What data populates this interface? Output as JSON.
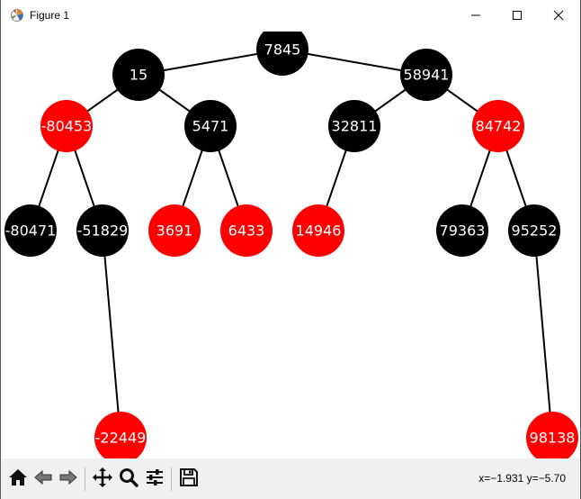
{
  "window": {
    "title": "Figure 1",
    "controls": {
      "minimize_icon": "minimize-icon",
      "maximize_icon": "maximize-icon",
      "close_icon": "close-icon"
    }
  },
  "tree": {
    "colors": {
      "red": "#ff0000",
      "black": "#000000",
      "text": "#ffffff",
      "edge": "#000000"
    },
    "nodes": [
      {
        "id": "n7845",
        "label": "7845",
        "color": "black"
      },
      {
        "id": "n15",
        "label": "15",
        "color": "black"
      },
      {
        "id": "n58941",
        "label": "58941",
        "color": "black"
      },
      {
        "id": "n-80453",
        "label": "-80453",
        "color": "red"
      },
      {
        "id": "n5471",
        "label": "5471",
        "color": "black"
      },
      {
        "id": "n32811",
        "label": "32811",
        "color": "black"
      },
      {
        "id": "n84742",
        "label": "84742",
        "color": "red"
      },
      {
        "id": "n-80471",
        "label": "-80471",
        "color": "black"
      },
      {
        "id": "n-51829",
        "label": "-51829",
        "color": "black"
      },
      {
        "id": "n3691",
        "label": "3691",
        "color": "red"
      },
      {
        "id": "n6433",
        "label": "6433",
        "color": "red"
      },
      {
        "id": "n14946",
        "label": "14946",
        "color": "red"
      },
      {
        "id": "n79363",
        "label": "79363",
        "color": "black"
      },
      {
        "id": "n95252",
        "label": "95252",
        "color": "black"
      },
      {
        "id": "n-22449",
        "label": "-22449",
        "color": "red"
      },
      {
        "id": "n98138",
        "label": "98138",
        "color": "red"
      }
    ],
    "edges": [
      [
        "n7845",
        "n15"
      ],
      [
        "n7845",
        "n58941"
      ],
      [
        "n15",
        "n-80453"
      ],
      [
        "n15",
        "n5471"
      ],
      [
        "n58941",
        "n32811"
      ],
      [
        "n58941",
        "n84742"
      ],
      [
        "n-80453",
        "n-80471"
      ],
      [
        "n-80453",
        "n-51829"
      ],
      [
        "n5471",
        "n3691"
      ],
      [
        "n5471",
        "n6433"
      ],
      [
        "n32811",
        "n14946"
      ],
      [
        "n84742",
        "n79363"
      ],
      [
        "n84742",
        "n95252"
      ],
      [
        "n-51829",
        "n-22449"
      ],
      [
        "n95252",
        "n98138"
      ]
    ]
  },
  "toolbar": {
    "buttons": [
      {
        "name": "home-button",
        "icon": "home-icon"
      },
      {
        "name": "back-button",
        "icon": "back-arrow-icon"
      },
      {
        "name": "forward-button",
        "icon": "forward-arrow-icon"
      },
      {
        "name": "pan-button",
        "icon": "move-icon"
      },
      {
        "name": "zoom-button",
        "icon": "magnifier-icon"
      },
      {
        "name": "configure-subplots-button",
        "icon": "sliders-icon"
      },
      {
        "name": "save-button",
        "icon": "floppy-disk-icon"
      }
    ],
    "coordinates": "x=−1.931 y=−5.70"
  }
}
